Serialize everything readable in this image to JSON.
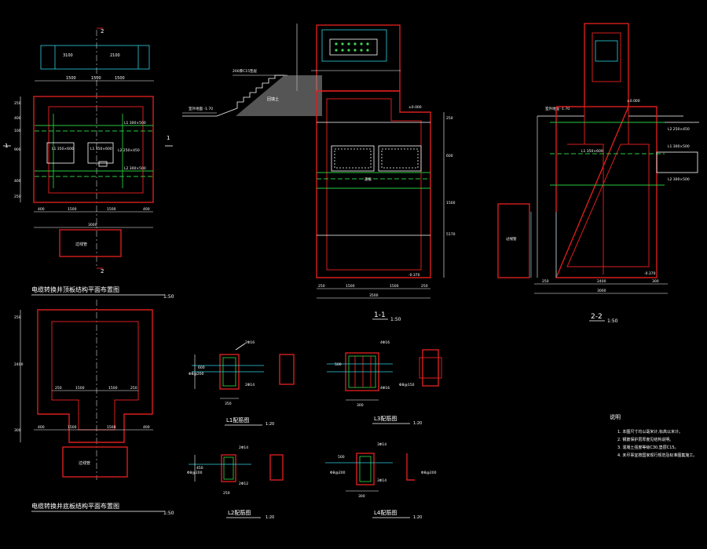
{
  "colors": {
    "background": "#000000",
    "wall": "#d81e1e",
    "cyan": "#2fd0e0",
    "green": "#27c840",
    "text": "#ffffff"
  },
  "section_marks": {
    "top": "2",
    "bottom": "2",
    "left": "1",
    "right": "1"
  },
  "plan_top": {
    "title": "电缆转换井顶板结构平面布置图",
    "scale": "1:50",
    "dims_top": [
      "3100",
      "2100"
    ],
    "dims_top2": [
      "1500",
      "1500",
      "1500"
    ],
    "dims_bottom": [
      "400",
      "1500",
      "1500",
      "400"
    ],
    "dims_bottom2": [
      "3000"
    ],
    "labels": [
      "L1 350×600",
      "L1 350×600",
      "L2 250×450",
      "L1 300×500",
      "L2 300×500"
    ],
    "left_dims": [
      "250",
      "400",
      "100",
      "900",
      "400",
      "250"
    ],
    "note": "过线管"
  },
  "plan_bottom": {
    "title": "电缆转换井底板结构平面布置图",
    "scale": "1:50",
    "dims_side": [
      "250",
      "2400",
      "300"
    ],
    "dims_inner": [
      "250",
      "1500",
      "1500",
      "250"
    ],
    "dims_bottom": [
      "400",
      "1500",
      "1500",
      "400"
    ],
    "note": "过线管"
  },
  "section_1": {
    "title": "1-1",
    "scale": "1:50",
    "labels": [
      "200厚C15垫层",
      "盖板",
      "回填土",
      "室外地面 -1.70",
      "±0.000",
      "-0.370"
    ],
    "dims_bottom": [
      "250",
      "1500",
      "1500",
      "250"
    ],
    "dims_bottom2": [
      "3500"
    ],
    "dims_right": [
      "250",
      "600",
      "1500",
      "5170"
    ]
  },
  "section_2": {
    "title": "2-2",
    "scale": "1:50",
    "labels": [
      "室外地面 -1.70",
      "±0.000",
      "L1 350×600",
      "L2 250×450",
      "L1 300×500",
      "L2 300×500",
      "-0.370",
      "过线管"
    ],
    "dims_bottom": [
      "250",
      "2400",
      "300"
    ],
    "dims_bottom2": [
      "3000"
    ]
  },
  "details": {
    "l1": {
      "title": "L1配筋图",
      "scale": "1:20",
      "bars": [
        "2Φ16",
        "2Φ14",
        "Φ8@200",
        "350",
        "600"
      ]
    },
    "l2": {
      "title": "L2配筋图",
      "scale": "1:20",
      "bars": [
        "2Φ14",
        "2Φ12",
        "Φ8@200",
        "250",
        "450"
      ]
    },
    "l3": {
      "title": "L3配筋图",
      "scale": "1:20",
      "bars": [
        "4Φ16",
        "4Φ16",
        "Φ8@150",
        "300",
        "500"
      ]
    },
    "l4": {
      "title": "L4配筋图",
      "scale": "1:20",
      "bars": [
        "3Φ14",
        "3Φ14",
        "Φ8@200",
        "300",
        "500"
      ]
    }
  },
  "notes": {
    "heading": "说明",
    "items": [
      "1. 本图尺寸均以毫米计,标高以米计。",
      "2. 钢筋保护层厚度见结构说明。",
      "3. 混凝土强度等级C30,垫层C15。",
      "4. 未尽事宜按国家现行规范及标准图集施工。"
    ]
  }
}
